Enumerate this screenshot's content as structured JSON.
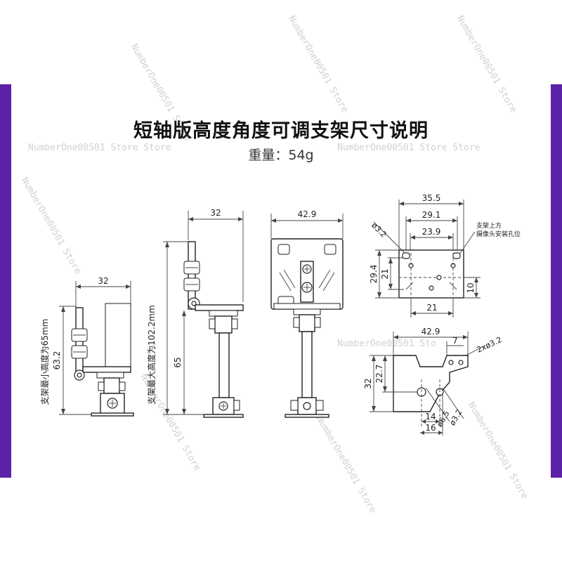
{
  "header": {
    "title": "短轴版高度角度可调支架尺寸说明",
    "subtitle": "重量：54g"
  },
  "colors": {
    "side_bar": "#5b22a8",
    "line": "#222222"
  },
  "views": {
    "min_height_view": {
      "width": "32",
      "height": "63.2",
      "side_label": "支架最小高度为65mm"
    },
    "max_height_view": {
      "width": "32",
      "height": "102.2mm",
      "height_prefix_label": "支架最大高度为",
      "lower_height": "65"
    },
    "front_view": {
      "width": "42.9"
    },
    "top_plate_view": {
      "outer_width": "35.5",
      "mid_width": "29.1",
      "inner_width": "23.9",
      "outer_height": "29.4",
      "inner_height": "21",
      "bottom_width": "21",
      "right_height": "10",
      "hole_dia": "ø3.2",
      "note_line1": "支架上方",
      "note_line2": "摄像头安装孔位"
    },
    "base_plate_view": {
      "width": "42.9",
      "slot": "7",
      "holes": "2xø3.2",
      "height": "32",
      "inner_height": "22.7",
      "bottom_a": "14",
      "bottom_b": "16",
      "dia_a": "ø6.5",
      "dia_b": "ø3.2"
    }
  },
  "watermark": {
    "text": "NumberOne00501 Store",
    "text_long": "NumberOne00501 Store Store",
    "text_short": "NumberOne00501 Sto"
  }
}
